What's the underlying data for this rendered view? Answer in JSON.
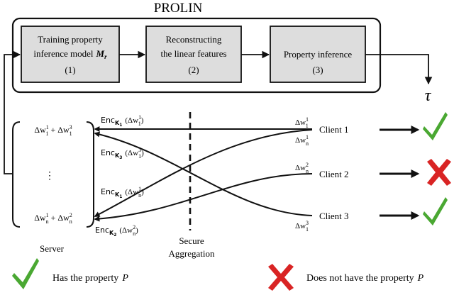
{
  "title": "PROLIN",
  "stages": [
    {
      "line1": "Training property",
      "line2": "inference model",
      "model_sym": "M",
      "model_sub": "r",
      "num": "(1)"
    },
    {
      "line1": "Reconstructing",
      "line2": "the linear features",
      "num": "(2)"
    },
    {
      "line1": "Property inference",
      "num": "(3)"
    }
  ],
  "output_symbol": "τ",
  "server": {
    "label": "Server",
    "agg_top": {
      "a": "Δw",
      "a_sup": "1",
      "a_sub": "1",
      "op": "+",
      "b": "Δw",
      "b_sup": "3",
      "b_sub": "1"
    },
    "agg_dots": "⋮",
    "agg_bottom": {
      "a": "Δw",
      "a_sup": "1",
      "a_sub": "n",
      "op": "+",
      "b": "Δw",
      "b_sup": "2",
      "b_sub": "n"
    }
  },
  "encrypted_labels": [
    {
      "enc": "Enc",
      "key": "K",
      "key_idx": "1",
      "delta": "Δw",
      "sup": "1",
      "sub": "1"
    },
    {
      "enc": "Enc",
      "key": "K",
      "key_idx": "3",
      "delta": "Δw",
      "sup": "3",
      "sub": "1"
    },
    {
      "enc": "Enc",
      "key": "K",
      "key_idx": "1",
      "delta": "Δw",
      "sup": "1",
      "sub": "n"
    },
    {
      "enc": "Enc",
      "key": "K",
      "key_idx": "2",
      "delta": "Δw",
      "sup": "2",
      "sub": "n"
    }
  ],
  "secure_aggregation": {
    "line1": "Secure",
    "line2": "Aggregation"
  },
  "clients": [
    {
      "name": "Client 1",
      "result": "yes",
      "upd_a": {
        "sup": "1",
        "sub": "1"
      },
      "upd_b": {
        "sup": "1",
        "sub": "n"
      }
    },
    {
      "name": "Client 2",
      "result": "no",
      "upd_a": {
        "sup": "2",
        "sub": "n"
      }
    },
    {
      "name": "Client 3",
      "result": "yes",
      "upd_b": {
        "sup": "3",
        "sub": "1"
      }
    }
  ],
  "legend": {
    "has_text": "Has the property",
    "not_text": "Does not have the property",
    "symbol": "P"
  },
  "colors": {
    "check": "#4aa832",
    "cross": "#d92424",
    "stroke": "#111111"
  }
}
